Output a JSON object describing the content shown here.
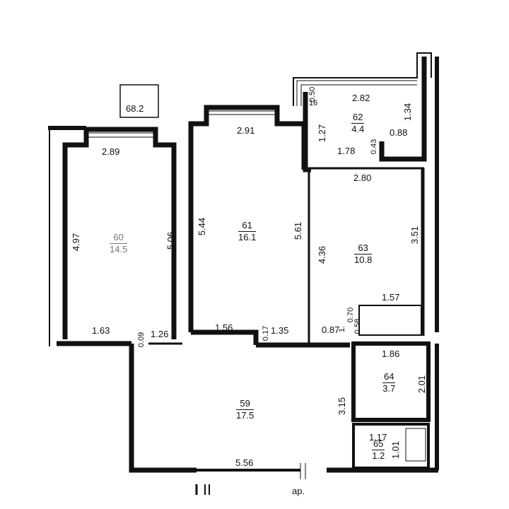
{
  "total_area": "68.2",
  "footer_label": "ар.",
  "rooms": [
    {
      "id": "room-60",
      "number": "60",
      "area": "14.5"
    },
    {
      "id": "room-61",
      "number": "61",
      "area": "16.1"
    },
    {
      "id": "room-62",
      "number": "62",
      "area": "4.4"
    },
    {
      "id": "room-63",
      "number": "63",
      "area": "10.8"
    },
    {
      "id": "room-59",
      "number": "59",
      "area": "17.5"
    },
    {
      "id": "room-64",
      "number": "64",
      "area": "3.7"
    },
    {
      "id": "room-65",
      "number": "65",
      "area": "1.2"
    }
  ],
  "dimensions": {
    "r60_top": "2.89",
    "r60_left": "4.97",
    "r60_right": "5.06",
    "r60_bottom_left": "1.63",
    "r60_bottom_right": "1.26",
    "r60_door": "0.09",
    "r61_top": "2.91",
    "r61_left": "5.44",
    "r61_right": "5.61",
    "r61_bottom_left": "1.56",
    "r61_bottom_right": "1.35",
    "r61_door": "0.17",
    "r62_top": "2.82",
    "r62_left": "1.27",
    "r62_right": "1.34",
    "r62_bottom": "1.78",
    "r62_step": "0.43",
    "r62_corner": "0.88",
    "r62_door_a": "0.50",
    "r62_door_b": "16",
    "r63_top": "2.80",
    "r63_left": "4.36",
    "r63_right": "3.51",
    "r63_inner": "1.57",
    "r63_bottom": "0.87",
    "r63_door_a": "0.70",
    "r63_door_b": "0.58",
    "r63_door_c": "1.",
    "r59_bottom": "5.56",
    "r59_right": "3.15",
    "r64_top": "1.86",
    "r64_right": "2.01",
    "r65_top": "1.17",
    "r65_right": "1.01"
  }
}
